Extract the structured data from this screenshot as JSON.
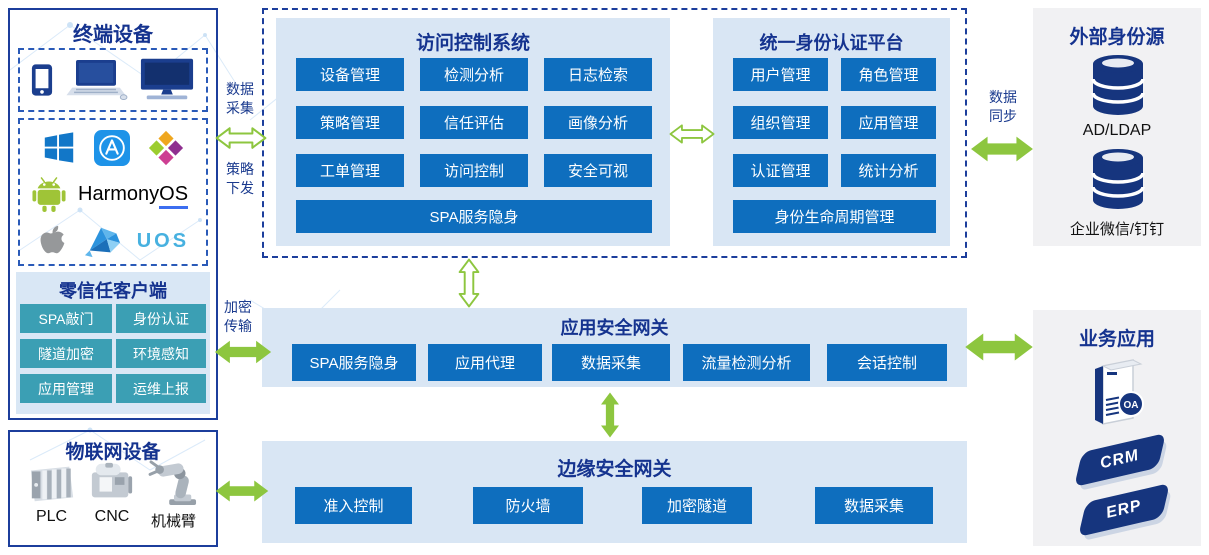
{
  "colors": {
    "navy_border": "#1c3e9c",
    "title_navy": "#15338f",
    "module_blue": "#0e6ebe",
    "client_teal": "#3b9fb4",
    "panel_blue_bg": "#d9e6f4",
    "gray_bg": "#f1f1f3",
    "arrow_green": "#8dc63f",
    "db_navy": "#16357e"
  },
  "terminal_devices": {
    "title": "终端设备",
    "os": {
      "harmony_prefix": "Harmony",
      "harmony_suffix": "OS",
      "uos": "UOS"
    }
  },
  "zero_trust_client": {
    "title": "零信任客户端",
    "modules": [
      "SPA敲门",
      "身份认证",
      "隧道加密",
      "环境感知",
      "应用管理",
      "运维上报"
    ]
  },
  "iot_devices": {
    "title": "物联网设备",
    "labels": [
      "PLC",
      "CNC",
      "机械臂"
    ]
  },
  "access_control": {
    "title": "访问控制系统",
    "modules": [
      "设备管理",
      "检测分析",
      "日志检索",
      "策略管理",
      "信任评估",
      "画像分析",
      "工单管理",
      "访问控制",
      "安全可视"
    ],
    "wide_module": "SPA服务隐身"
  },
  "identity_platform": {
    "title": "统一身份认证平台",
    "modules": [
      "用户管理",
      "角色管理",
      "组织管理",
      "应用管理",
      "认证管理",
      "统计分析"
    ],
    "wide_module": "身份生命周期管理"
  },
  "app_gateway": {
    "title": "应用安全网关",
    "modules": [
      "SPA服务隐身",
      "应用代理",
      "数据采集",
      "流量检测分析",
      "会话控制"
    ]
  },
  "edge_gateway": {
    "title": "边缘安全网关",
    "modules": [
      "准入控制",
      "防火墙",
      "加密隧道",
      "数据采集"
    ]
  },
  "external_identity": {
    "title": "外部身份源",
    "sources": [
      "AD/LDAP",
      "企业微信/钉钉"
    ]
  },
  "business_apps": {
    "title": "业务应用",
    "apps": [
      "OA",
      "CRM",
      "ERP"
    ]
  },
  "arrow_labels": {
    "data_collect": "数据采集",
    "policy_dispatch": "策略下发",
    "data_sync": "数据同步",
    "encrypted_transfer": "加密传输"
  }
}
